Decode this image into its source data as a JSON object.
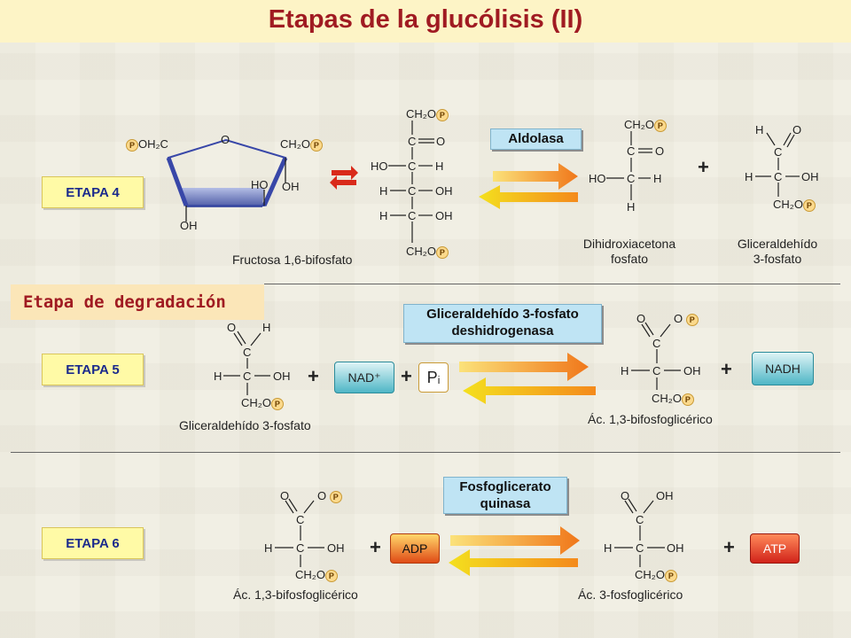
{
  "title": "Etapas de la glucólisis (II)",
  "section_label": "Etapa de degradación",
  "stages": [
    {
      "label": "ETAPA 4"
    },
    {
      "label": "ETAPA 5"
    },
    {
      "label": "ETAPA 6"
    }
  ],
  "enzymes": {
    "stage4": "Aldolasa",
    "stage5_line1": "Gliceraldehído 3-fosfato",
    "stage5_line2": "deshidrogenasa",
    "stage6_line1": "Fosfoglicerato",
    "stage6_line2": "quinasa"
  },
  "molecules": {
    "fructose": "Fructosa 1,6-bifosfato",
    "dhap_line1": "Dihidroxiacetona",
    "dhap_line2": "fosfato",
    "g3p_line1": "Gliceraldehído",
    "g3p_line2": "3-fosfato",
    "g3p_full": "Gliceraldehído 3-fosfato",
    "bpg_right": "Ác. 1,3-bifosfoglicérico",
    "bpg_left": "Ác. 1,3-bifosfoglicérico",
    "pg3": "Ác. 3-fosfoglicérico"
  },
  "reagents": {
    "nad": "NAD⁺",
    "pi": "Pᵢ",
    "nadh": "NADH",
    "adp": "ADP",
    "atp": "ATP"
  },
  "plus": "+",
  "phosphate": "P",
  "struct": {
    "ch2op": "CH₂O",
    "poh2c": "OH₂C",
    "c": "C",
    "o": "O",
    "h": "H",
    "ho": "HO",
    "oh": "OH",
    "ch2o": "CH₂O"
  },
  "colors": {
    "title": "#a01b22",
    "stage_text": "#1b2a8c",
    "enzyme_bg": "#bfe4f4",
    "arrow_forward": "#f06a1c",
    "arrow_back": "#f4c31e"
  }
}
